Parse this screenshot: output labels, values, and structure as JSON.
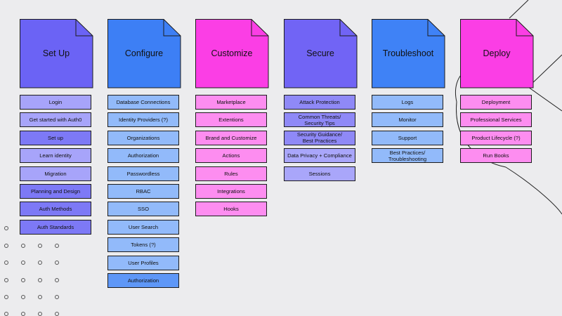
{
  "columns": [
    {
      "title": "Set Up",
      "color": "#6b63f5",
      "items": [
        {
          "label": "Login",
          "color": "#a7a4fa"
        },
        {
          "label": "Get started with Auth0",
          "color": "#a7a4fa"
        },
        {
          "label": "Set up",
          "color": "#7d79f6"
        },
        {
          "label": "Learn identity",
          "color": "#a7a4fa"
        },
        {
          "label": "Migration",
          "color": "#a7a4fa"
        },
        {
          "label": "Planning and Design",
          "color": "#7d79f6"
        },
        {
          "label": "Auth Methods",
          "color": "#7d79f6"
        },
        {
          "label": "Auth Standards",
          "color": "#7d79f6"
        }
      ]
    },
    {
      "title": "Configure",
      "color": "#3d7ff5",
      "items": [
        {
          "label": "Database Connections",
          "color": "#92bafa"
        },
        {
          "label": "Identity Providers (?)",
          "color": "#92bafa"
        },
        {
          "label": "Organizations",
          "color": "#92bafa"
        },
        {
          "label": "Authorization",
          "color": "#92bafa"
        },
        {
          "label": "Passwordless",
          "color": "#92bafa"
        },
        {
          "label": "RBAC",
          "color": "#92bafa"
        },
        {
          "label": "SSO",
          "color": "#92bafa"
        },
        {
          "label": "User Search",
          "color": "#92bafa"
        },
        {
          "label": "Tokens (?)",
          "color": "#92bafa"
        },
        {
          "label": "User Profiles",
          "color": "#92bafa"
        },
        {
          "label": "Authorization",
          "color": "#5e97f7"
        }
      ]
    },
    {
      "title": "Customize",
      "color": "#fb3ee5",
      "items": [
        {
          "label": "Marketplace",
          "color": "#fd8df0"
        },
        {
          "label": "Extentions",
          "color": "#fd8df0"
        },
        {
          "label": "Brand and Customize",
          "color": "#fd8df0"
        },
        {
          "label": "Actions",
          "color": "#fd8df0"
        },
        {
          "label": "Rules",
          "color": "#fd8df0"
        },
        {
          "label": "Integrations",
          "color": "#fd8df0"
        },
        {
          "label": "Hooks",
          "color": "#fd8df0"
        }
      ]
    },
    {
      "title": "Secure",
      "color": "#7164f5",
      "items": [
        {
          "label": "Attack Protection",
          "color": "#8f89f7"
        },
        {
          "label": "Common Threats/\nSecurity Tips",
          "color": "#8f89f7"
        },
        {
          "label": "Security Guidance/\nBest Practices",
          "color": "#8f89f7"
        },
        {
          "label": "Data Privacy + Compliance",
          "color": "#a9a6fa"
        },
        {
          "label": "Sessions",
          "color": "#a9a6fa"
        }
      ]
    },
    {
      "title": "Troubleshoot",
      "color": "#3f82f6",
      "items": [
        {
          "label": "Logs",
          "color": "#92bafa"
        },
        {
          "label": "Monitor",
          "color": "#92bafa"
        },
        {
          "label": "Support",
          "color": "#92bafa"
        },
        {
          "label": "Best Practices/\nTroubleshooting",
          "color": "#92bafa"
        }
      ]
    },
    {
      "title": "Deploy",
      "color": "#fb3ee5",
      "items": [
        {
          "label": "Deployment",
          "color": "#fd8df0"
        },
        {
          "label": "Professional Services",
          "color": "#fd8df0"
        },
        {
          "label": "Product Lifecycle (?)",
          "color": "#fd8df0"
        },
        {
          "label": "Run Books",
          "color": "#fd8df0"
        }
      ]
    }
  ]
}
